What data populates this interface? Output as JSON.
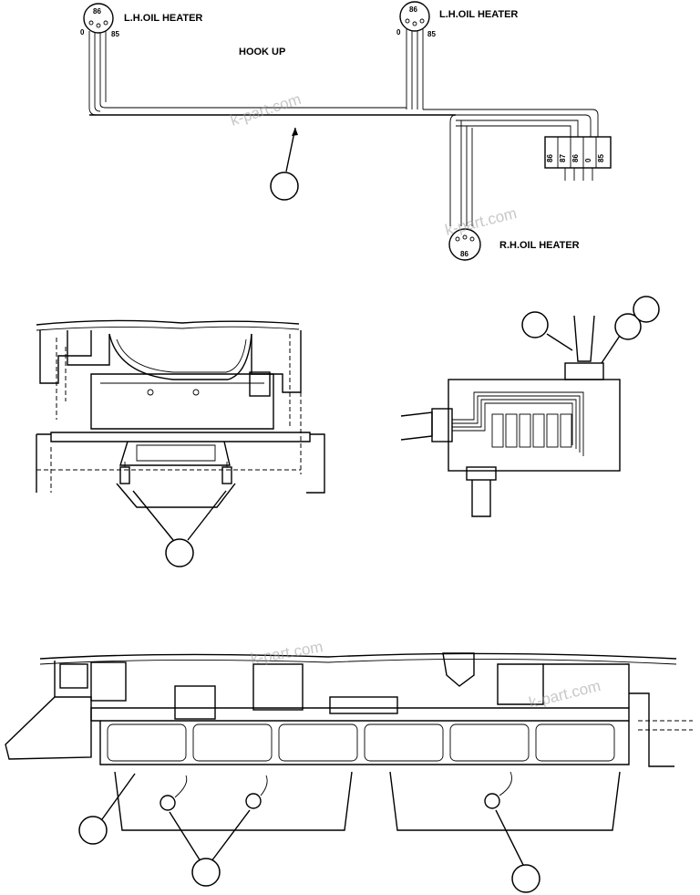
{
  "labels": {
    "lh_heater_1": "L.H.OIL HEATER",
    "lh_heater_2": "L.H.OIL HEATER",
    "hook_up": "HOOK UP",
    "rh_heater": "R.H.OIL HEATER"
  },
  "connector_pins": {
    "lh1_top": "86",
    "lh1_left": "0",
    "lh1_right": "85",
    "lh2_top": "86",
    "lh2_left": "0",
    "lh2_right": "85",
    "rh_bottom": "86"
  },
  "terminal_block": [
    "86",
    "87",
    "86",
    "0",
    "85"
  ],
  "watermarks": [
    "k-part.com",
    "k-part.com",
    "k-part.com",
    "k-part.com"
  ]
}
